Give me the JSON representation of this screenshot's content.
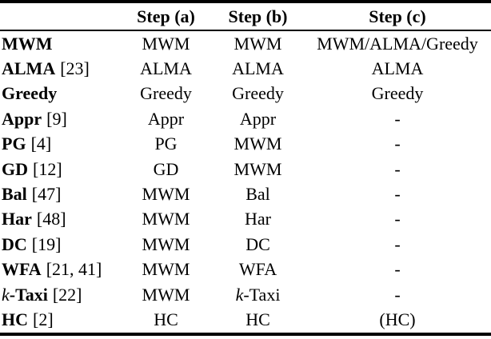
{
  "table": {
    "columns": [
      {
        "label": "Step (a)"
      },
      {
        "label": "Step (b)"
      },
      {
        "label": "Step (c)"
      }
    ],
    "rows": [
      {
        "name": "MWM",
        "a": "MWM",
        "b": "MWM",
        "c": "MWM/ALMA/Greedy"
      },
      {
        "name": "ALMA",
        "cite": "[23]",
        "a": "ALMA",
        "b": "ALMA",
        "c": "ALMA"
      },
      {
        "name": "Greedy",
        "a": "Greedy",
        "b": "Greedy",
        "c": "Greedy"
      },
      {
        "name": "Appr",
        "cite": "[9]",
        "a": "Appr",
        "b": "Appr",
        "c": "-"
      },
      {
        "name": "PG",
        "cite": "[4]",
        "a": "PG",
        "b": "MWM",
        "c": "-"
      },
      {
        "name": "GD",
        "cite": "[12]",
        "a": "GD",
        "b": "MWM",
        "c": "-"
      },
      {
        "name": "Bal",
        "cite": "[47]",
        "a": "MWM",
        "b": "Bal",
        "c": "-"
      },
      {
        "name": "Har",
        "cite": "[48]",
        "a": "MWM",
        "b": "Har",
        "c": "-"
      },
      {
        "name": "DC",
        "cite": "[19]",
        "a": "MWM",
        "b": "DC",
        "c": "-"
      },
      {
        "name": "WFA",
        "cite": "[21, 41]",
        "a": "MWM",
        "b": "WFA",
        "c": "-"
      },
      {
        "name_italic": "k",
        "name": "-Taxi",
        "cite": "[22]",
        "a": "MWM",
        "b_italic": "k",
        "b": "-Taxi",
        "c": "-"
      },
      {
        "name": "HC",
        "cite": "[2]",
        "a": "HC",
        "b": "HC",
        "c": "(HC)"
      }
    ]
  }
}
